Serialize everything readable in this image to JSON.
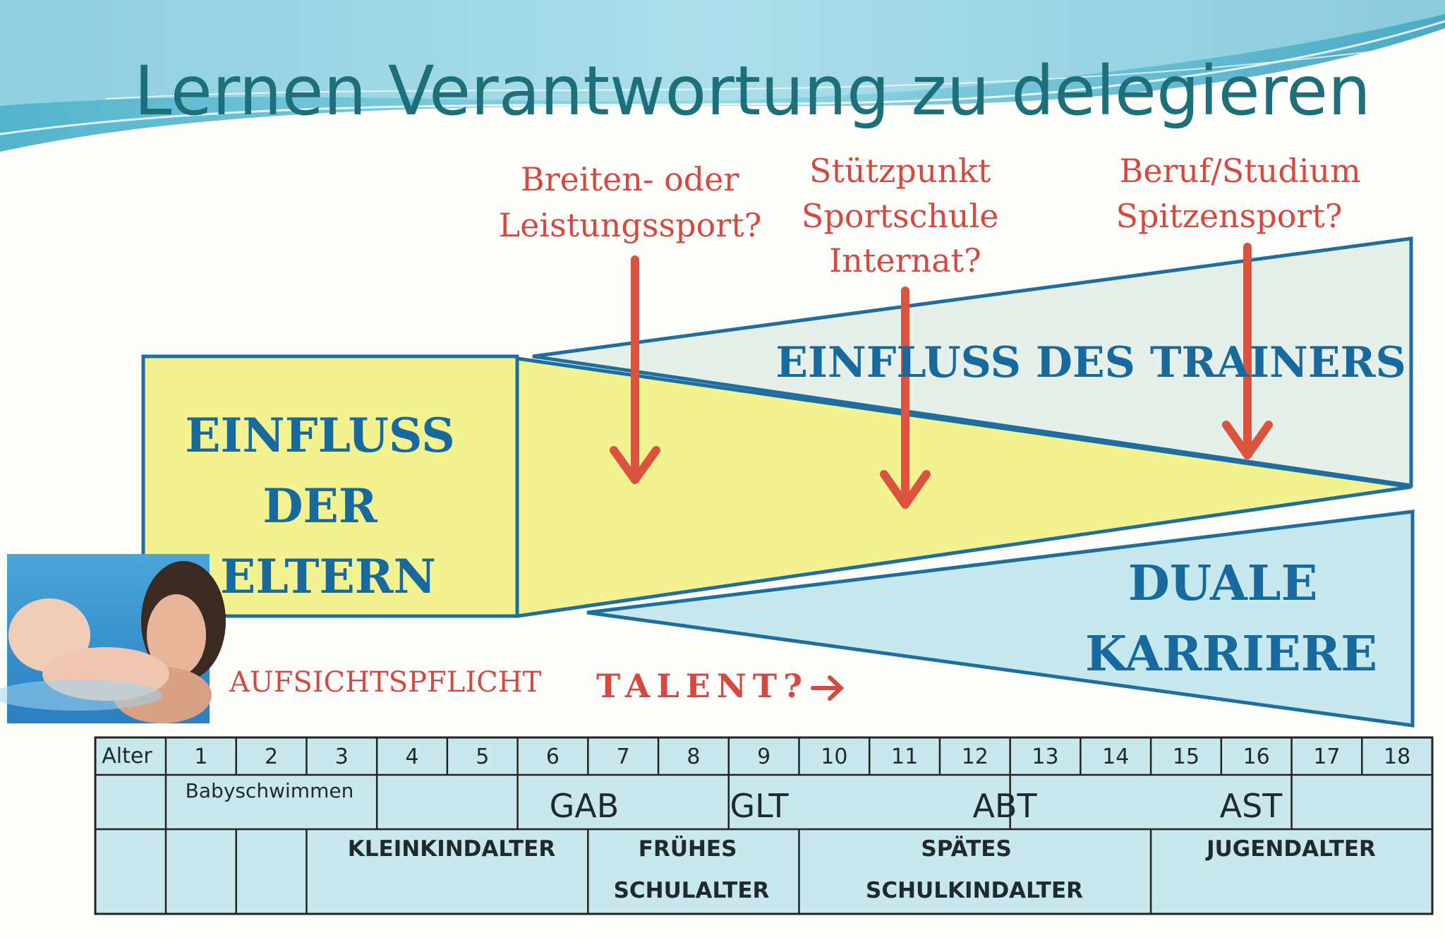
{
  "title": "Lernen Verantwortung zu delegieren",
  "questions": [
    {
      "lines": [
        "Breiten- oder",
        "Leistungssport?"
      ]
    },
    {
      "lines": [
        "Stützpunkt",
        "Sportschule",
        "Internat?"
      ]
    },
    {
      "lines": [
        "Beruf/Studium",
        "Spitzensport?"
      ]
    }
  ],
  "influence_parents": [
    "EINFLUSS",
    "DER",
    "ELTERN"
  ],
  "influence_trainer": "EINFLUSS DES TRAINERS",
  "dual_career": [
    "DUALE",
    "KARRIERE"
  ],
  "aufsicht": "AUFSICHTSPFLICHT",
  "talent": "TALENT?",
  "photo_icon": "mother-baby-swimming-photo",
  "colors": {
    "title": "#1d6f7a",
    "red": "#d54a40",
    "blue": "#17699e",
    "parents_fill": "#f3f290",
    "trainer_fill": "#e6f0ea",
    "dual_fill": "#c6e8ef",
    "table_fill": "#c8e8ee"
  },
  "table": {
    "age_label": "Alter",
    "ages": [
      "1",
      "2",
      "3",
      "4",
      "5",
      "6",
      "7",
      "8",
      "9",
      "10",
      "11",
      "12",
      "13",
      "14",
      "15",
      "16",
      "17",
      "18"
    ],
    "row2": {
      "baby": "Babyschwimmen",
      "gab": "GAB",
      "glt": "GLT",
      "abt": "ABT",
      "ast": "AST"
    },
    "row3": {
      "klein": "KLEINKINDALTER",
      "frueh": [
        "FRÜHES",
        "SCHULALTER"
      ],
      "spaet": [
        "SPÄTES",
        "SCHULKINDALTER"
      ],
      "jugend": "JUGENDALTER"
    }
  }
}
